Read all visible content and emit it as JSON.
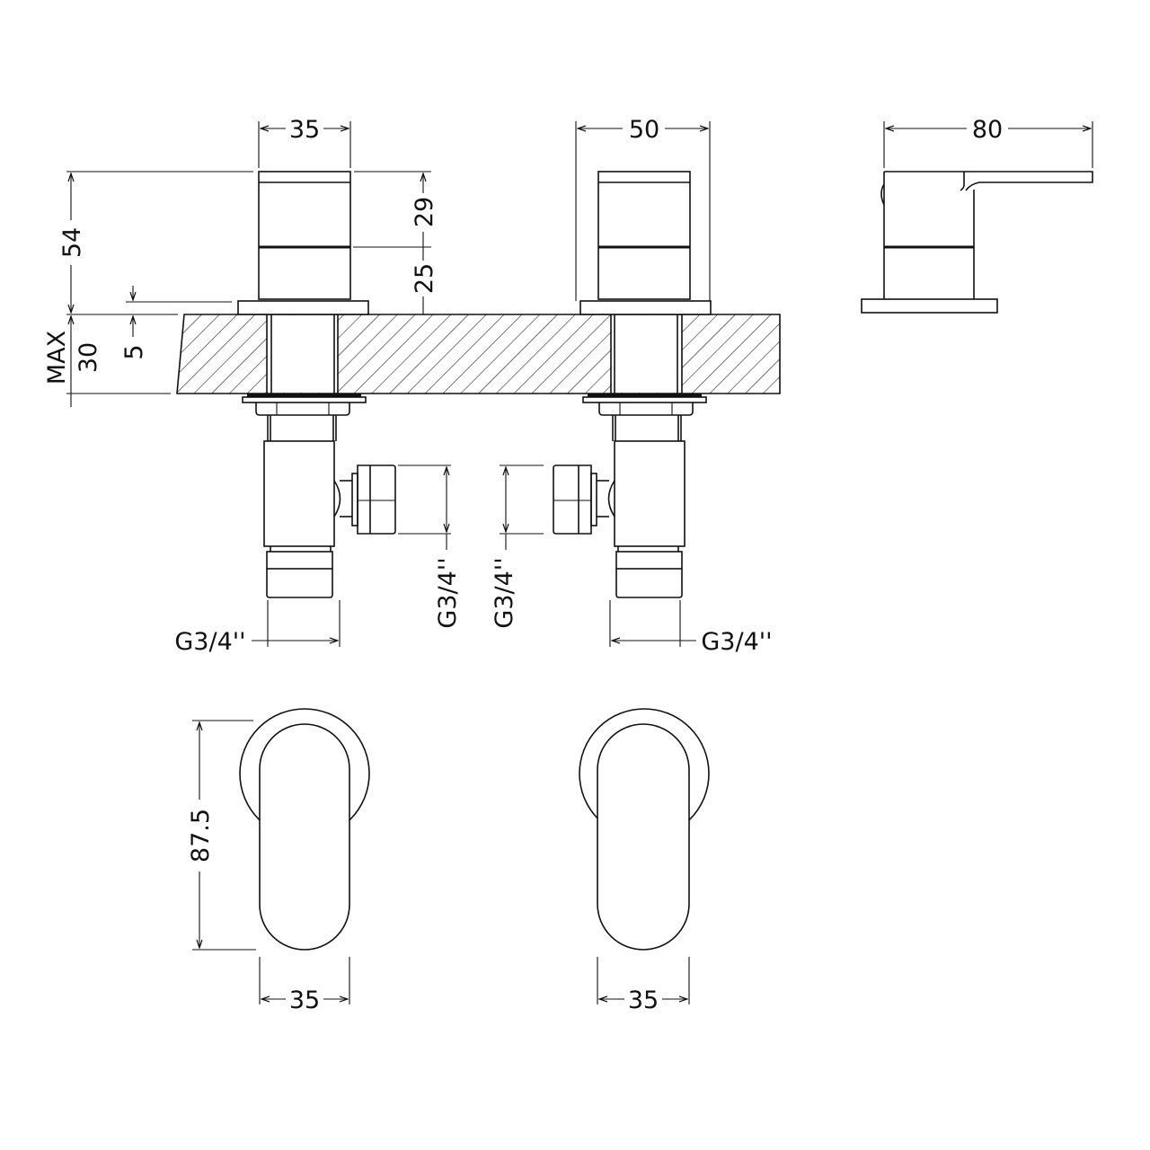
{
  "dimensions": {
    "front_left_width": "35",
    "front_right_width": "50",
    "side_depth": "80",
    "total_height": "54",
    "upper_handle": "29",
    "lower_body": "25",
    "deck_max_label": "MAX",
    "deck_thickness": "30",
    "base_plate": "5",
    "thread_left_bottom": "G3/4''",
    "thread_left_side": "G3/4''",
    "thread_right_side": "G3/4''",
    "thread_right_bottom": "G3/4''",
    "plan_height": "87.5",
    "plan_left_width": "35",
    "plan_right_width": "35"
  },
  "colors": {
    "line": "#111111",
    "background": "#ffffff"
  }
}
